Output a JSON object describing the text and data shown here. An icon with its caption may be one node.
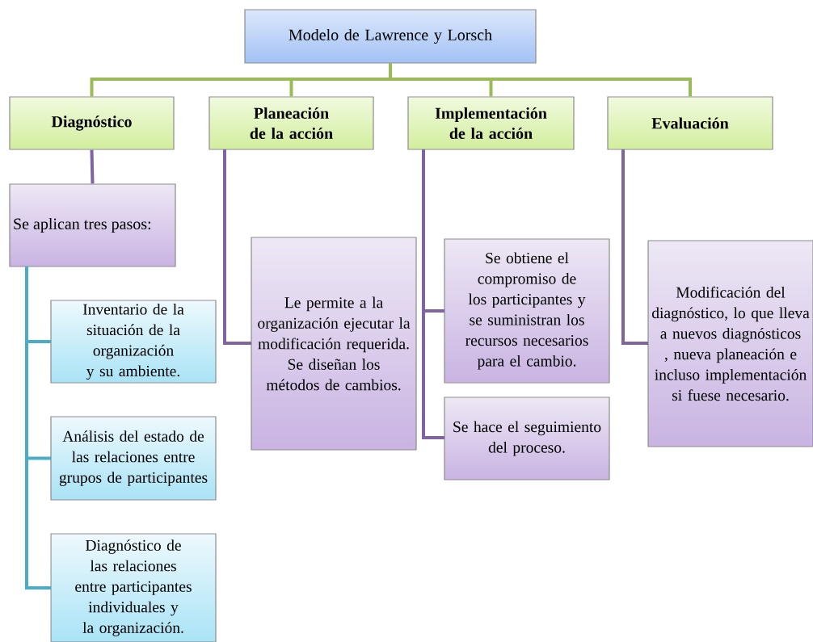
{
  "diagram": {
    "nodes": [
      {
        "text": [
          "Modelo de Lawrence y Lorsch"
        ]
      },
      {
        "text": [
          "Diagnóstico"
        ]
      },
      {
        "text": [
          "Planeación de la acción"
        ]
      },
      {
        "text": [
          "Implementación de la acción"
        ]
      },
      {
        "text": [
          "Evaluación"
        ]
      },
      {
        "text": [
          "Se aplican tres pasos:"
        ]
      },
      {
        "text": [
          "Inventario de la situación de la organización y su ambiente."
        ]
      },
      {
        "text": [
          "Análisis del estado de las relaciones entre grupos de participantes"
        ]
      },
      {
        "text": [
          "Diagnóstico de las relaciones entre participantes individuales y la organización."
        ]
      },
      {
        "text": [
          "Le permite a la organización ejecutar la modificación requerida. Se diseñan los métodos de cambios."
        ]
      },
      {
        "text": [
          "Se obtiene el compromiso de los participantes y se suministran los recursos necesarios para el cambio."
        ]
      },
      {
        "text": [
          "Se hace el seguimiento del proceso."
        ]
      },
      {
        "text": [
          "Modificación del diagnóstico, lo que lleva a nuevos diagnósticos , nueva planeación e incluso implementación si fuese necesario."
        ]
      }
    ],
    "edges": [
      {
        "from": 0,
        "to": 1,
        "arrow": "none",
        "color": "#9bbb59"
      },
      {
        "from": 0,
        "to": 2,
        "arrow": "none",
        "color": "#9bbb59"
      },
      {
        "from": 0,
        "to": 3,
        "arrow": "none",
        "color": "#9bbb59"
      },
      {
        "from": 0,
        "to": 4,
        "arrow": "none",
        "color": "#9bbb59"
      },
      {
        "from": 1,
        "to": 5,
        "arrow": "none"
      },
      {
        "from": 5,
        "to": 6,
        "arrow": "none",
        "color": "#4bacc6"
      },
      {
        "from": 5,
        "to": 7,
        "arrow": "none",
        "color": "#4bacc6"
      },
      {
        "from": 5,
        "to": 8,
        "arrow": "none",
        "color": "#4bacc6"
      },
      {
        "from": 2,
        "to": 9,
        "arrow": "none"
      },
      {
        "from": 3,
        "to": 10,
        "arrow": "none"
      },
      {
        "from": 3,
        "to": 11,
        "arrow": "none"
      },
      {
        "from": 4,
        "to": 12,
        "arrow": "none"
      }
    ]
  }
}
